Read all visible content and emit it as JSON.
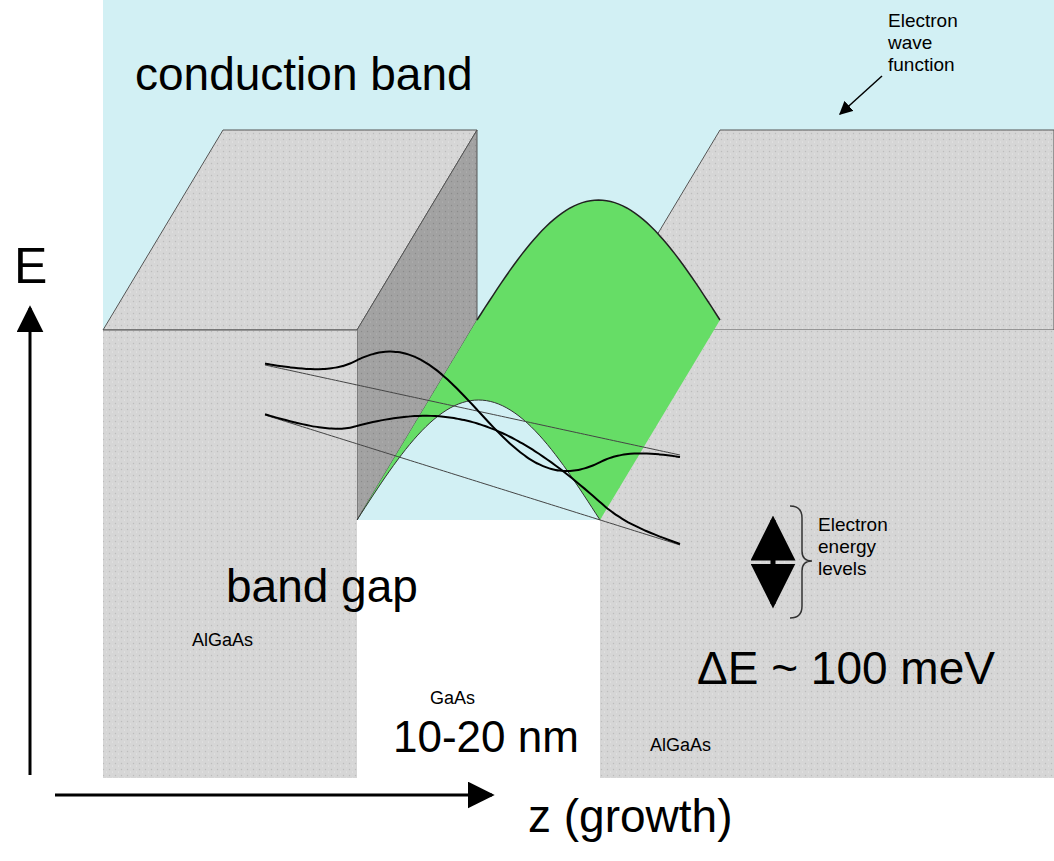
{
  "diagram": {
    "labels": [
      "conduction band",
      "Electron wave function",
      "E",
      "band gap",
      "AlGaAs",
      "GaAs",
      "10-20 nm",
      "AlGaAs",
      "Electron energy levels",
      "ΔE ~ 100 meV",
      "z (growth)"
    ]
  }
}
